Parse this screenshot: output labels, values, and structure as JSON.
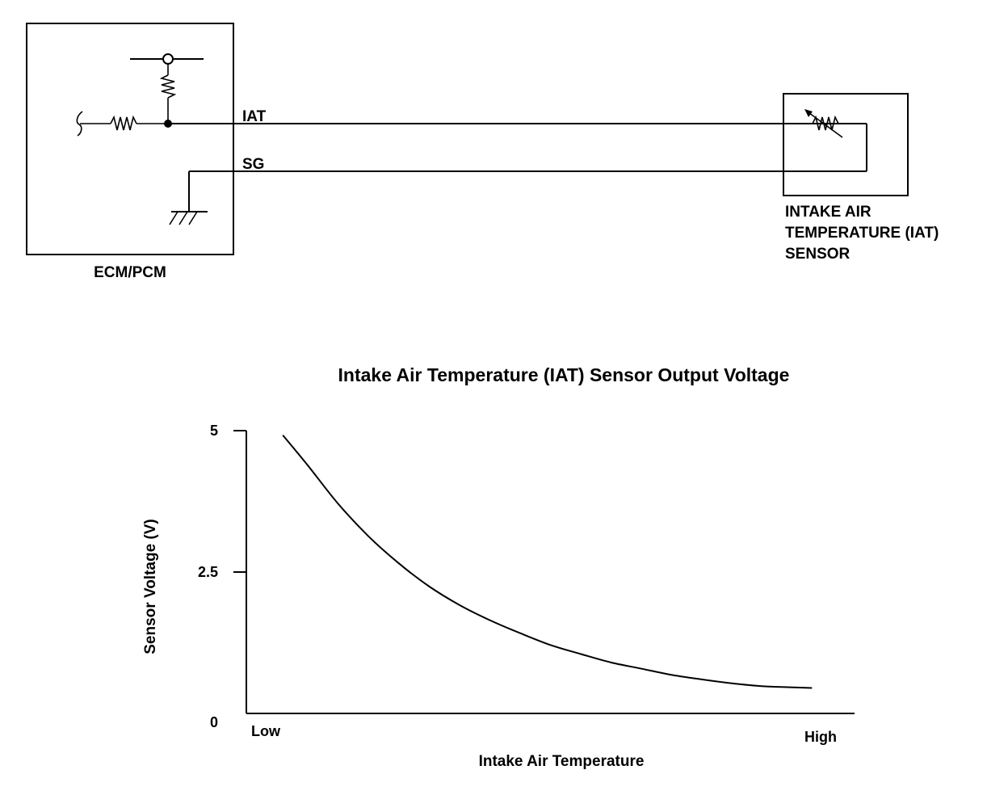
{
  "diagram": {
    "ecm_label": "ECM/PCM",
    "iat_wire_label": "IAT",
    "sg_wire_label": "SG",
    "sensor_label_lines": [
      "INTAKE AIR",
      "TEMPERATURE (IAT)",
      "SENSOR"
    ]
  },
  "chart_data": {
    "type": "line",
    "title": "Intake Air Temperature (IAT) Sensor Output Voltage",
    "xlabel": "Intake Air Temperature",
    "ylabel": "Sensor Voltage (V)",
    "x_tick_labels": [
      "Low",
      "High"
    ],
    "y_ticks": [
      {
        "value": 0,
        "label": "0"
      },
      {
        "value": 2.5,
        "label": "2.5"
      },
      {
        "value": 5,
        "label": "5"
      }
    ],
    "ylim": [
      0,
      5
    ],
    "xlim": [
      0,
      1
    ],
    "grid": false,
    "series": [
      {
        "x": [
          0.06,
          0.1,
          0.15,
          0.2,
          0.25,
          0.3,
          0.35,
          0.4,
          0.45,
          0.5,
          0.55,
          0.6,
          0.65,
          0.7,
          0.75,
          0.8,
          0.85,
          0.9,
          0.93
        ],
        "values": [
          4.92,
          4.4,
          3.72,
          3.14,
          2.66,
          2.25,
          1.92,
          1.65,
          1.42,
          1.21,
          1.05,
          0.9,
          0.79,
          0.68,
          0.6,
          0.53,
          0.48,
          0.46,
          0.45
        ]
      }
    ]
  }
}
